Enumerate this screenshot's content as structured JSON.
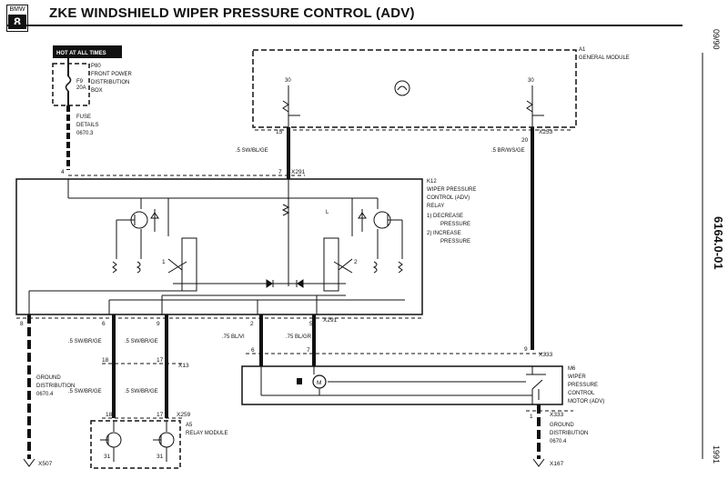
{
  "header": {
    "badge_top": "BMW",
    "badge_bottom": "8",
    "title": "ZKE WINDSHIELD WIPER PRESSURE CONTROL (ADV)"
  },
  "side": {
    "date": "09/90",
    "doc_number": "6164.0-01",
    "year": "1991"
  },
  "hot_at_all_times": "HOT AT ALL TIMES",
  "fuse_box": {
    "name": "P80",
    "line1": "FRONT POWER",
    "line2": "DISTRIBUTION",
    "line3": "BOX",
    "fuse": "F9",
    "amps": "20A",
    "details1": "FUSE",
    "details2": "DETAILS",
    "details3": "0670.3"
  },
  "general_module": {
    "id": "A1",
    "name": "GENERAL MODULE",
    "v_left": "30",
    "v_right": "30",
    "pin_left": "15",
    "pin_right": "20",
    "conn_right": "X253"
  },
  "relay": {
    "id": "K12",
    "l1": "WIPER PRESSURE",
    "l2": "CONTROL (ADV)",
    "l3": "RELAY",
    "o1": "1)  DECREASE",
    "o1b": "PRESSURE",
    "o2": "2)  INCREASE",
    "o2b": "PRESSURE",
    "pin_top_left": "4",
    "pin_top_mid": "7",
    "conn_top": "X291",
    "sw1": "1",
    "sw2": "2",
    "tiny_l": "L",
    "pins_bottom": [
      "8",
      "6",
      "9",
      "2",
      "5"
    ],
    "conn_bottom": "X291"
  },
  "wires": {
    "gm_left": ".5 SW/BL/GE",
    "gm_right": ".5 BR/WS/GE",
    "w6a": ".5 SW/BR/GE",
    "w9a": ".5 SW/BR/GE",
    "w2": ".75 BL/VI",
    "w5": ".75 BL/GR",
    "w6b": ".5 SW/BR/GE",
    "w9b": ".5 SW/BR/GE"
  },
  "connectors": {
    "x13": "X13",
    "x13_l": "18",
    "x13_r": "17",
    "x259": "X259",
    "x259_l": "18",
    "x259_r": "17",
    "x333_top": "X333",
    "m6_pin9": "9",
    "m6_pin6": "6",
    "m6_pin7": "7",
    "m6_pin1": "1",
    "x333_bot": "X333",
    "x507": "X507",
    "x167": "X167"
  },
  "ground_left": {
    "l1": "GROUND",
    "l2": "DISTRIBUTION",
    "l3": "0670.4"
  },
  "ground_right": {
    "l1": "GROUND",
    "l2": "DISTRIBUTION",
    "l3": "0670.4"
  },
  "relay_module": {
    "id": "A5",
    "name": "RELAY MODULE",
    "p1": "31",
    "p2": "31"
  },
  "motor": {
    "id": "M6",
    "l1": "WIPER",
    "l2": "PRESSURE",
    "l3": "CONTROL",
    "l4": "MOTOR (ADV)",
    "symbol": "M"
  }
}
